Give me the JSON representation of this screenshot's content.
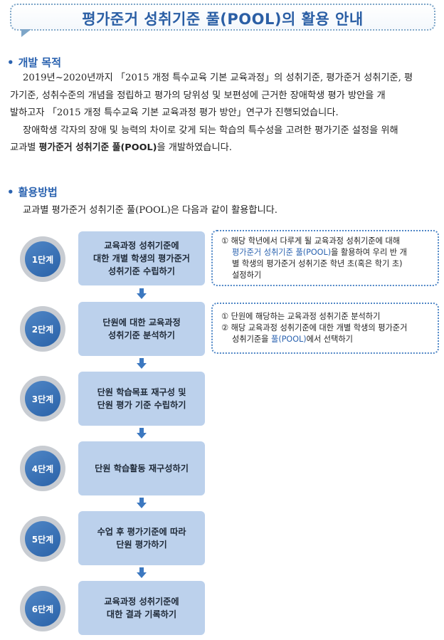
{
  "title": "평가준거 성취기준 풀(POOL)의 활용 안내",
  "section1": {
    "heading": "개발 목적",
    "para1": {
      "line1": "2019년~2020년까지 「2015 개정 특수교육 기본 교육과정」의 성취기준, 평가준거 성취기준, 평",
      "line2": "가기준, 성취수준의 개념을 정립하고 평가의 당위성 및 보편성에 근거한 장애학생 평가 방안을 개",
      "line3": "발하고자 「2015 개정 특수교육 기본 교육과정 평가 방안」연구가 진행되었습니다."
    },
    "para2": {
      "line1": "장애학생 각자의 장애 및 능력의 차이로 갖게 되는 학습의 특수성을 고려한 평가기준 설정을 위해",
      "line2_pre": "교과별 ",
      "line2_bold": "평가준거 성취기준 풀(POOL)",
      "line2_post": "을 개발하였습니다."
    }
  },
  "section2": {
    "heading": "활용방법",
    "intro": "교과별 평가준거 성취기준 풀(POOL)은 다음과 같이 활용합니다."
  },
  "steps": [
    {
      "label": "1단계",
      "text": "교육과정 성취기준에\n대한 개별 학생의 평가준거\n성취기준 수립하기"
    },
    {
      "label": "2단계",
      "text": "단원에 대한 교육과정\n성취기준 분석하기"
    },
    {
      "label": "3단계",
      "text": "단원 학습목표 재구성 및\n단원 평가 기준 수립하기"
    },
    {
      "label": "4단계",
      "text": "단원 학습활동 재구성하기"
    },
    {
      "label": "5단계",
      "text": "수업 후 평가기준에 따라\n단원 평가하기"
    },
    {
      "label": "6단계",
      "text": "교육과정 성취기준에\n대한 결과 기록하기"
    }
  ],
  "notes": {
    "step1": {
      "l1": "① 해당 학년에서 다루게 될 교육과정 성취기준에 대해",
      "l2_hl": "평가준거 성취기준 풀(POOL)",
      "l2_post": "을 활용하여 우리 반 개",
      "l3": "별 학생의 평가준거 성취기준 학년 초(혹은 학기 초)",
      "l4": "설정하기"
    },
    "step2": {
      "l1": "① 단원에 해당하는 교육과정 성취기준 분석하기",
      "l2": "② 해당 교육과정 성취기준에 대한 개별 학생의 평가준거",
      "l3_pre": "성취기준을 ",
      "l3_hl": "풀(POOL)",
      "l3_post": "에서 선택하기"
    }
  },
  "colors": {
    "title": "#2b5fa5",
    "heading": "#2b63b0",
    "step_box": "#bcd1ec",
    "stage_circle": "#2a62a8",
    "highlight": "#2b63b0"
  }
}
